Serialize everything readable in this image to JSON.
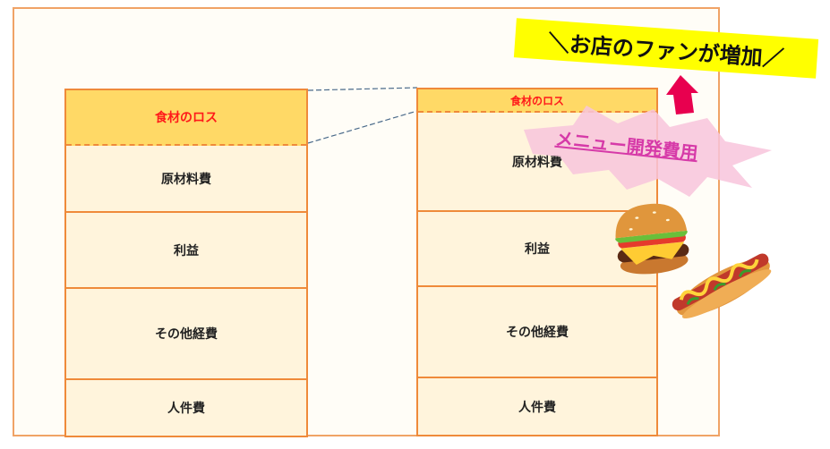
{
  "callout": {
    "text": "＼お店のファンが増加／"
  },
  "burst": {
    "text": "メニュー開発費用"
  },
  "left_stack": {
    "blocks": [
      {
        "label": "食材のロス"
      },
      {
        "label": "原材料費"
      },
      {
        "label": "利益"
      },
      {
        "label": "その他経費"
      },
      {
        "label": "人件費"
      }
    ]
  },
  "right_stack": {
    "blocks": [
      {
        "label": "食材のロス"
      },
      {
        "label": "原材料費"
      },
      {
        "label": "利益"
      },
      {
        "label": "その他経費"
      },
      {
        "label": "人件費"
      }
    ]
  },
  "colors": {
    "border": "#ef8a3a",
    "loss_fill": "#ffd966",
    "loss_text": "#ff1a1a",
    "callout_fill": "#ffff00",
    "arrow": "#e8004f",
    "burst_text": "#d63aa8"
  },
  "illustrations": [
    "hamburger-illustration",
    "hotdog-illustration",
    "up-arrow"
  ]
}
